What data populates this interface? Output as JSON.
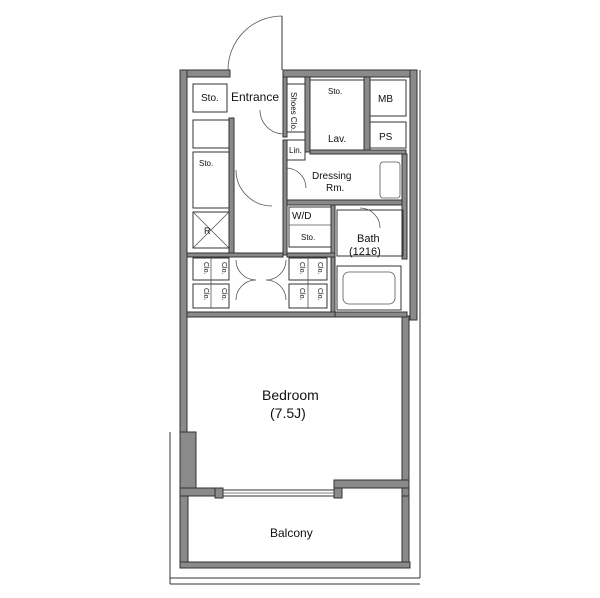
{
  "plan": {
    "rooms": {
      "storage_top": "Sto.",
      "entrance": "Entrance",
      "shoes_closet": "Shoes Clo.",
      "storage_lav": "Sto.",
      "mb": "MB",
      "lavatory": "Lav.",
      "ps": "PS",
      "storage_kitchen": "Sto.",
      "linen": "Lin.",
      "dressing_line1": "Dressing",
      "dressing_line2": "Rm.",
      "washer": "W/D",
      "storage_wd": "Sto.",
      "bath_line1": "Bath",
      "bath_line2": "(1216)",
      "fridge": "R",
      "closet_1": "Clo.",
      "closet_2": "Clo.",
      "closet_3": "Clo.",
      "closet_4": "Clo.",
      "closet_5": "Clo.",
      "closet_6": "Clo.",
      "closet_7": "Clo.",
      "closet_8": "Clo.",
      "bedroom_line1": "Bedroom",
      "bedroom_line2": "(7.5J)",
      "balcony": "Balcony"
    },
    "colors": {
      "wall": "#8a8a8a",
      "line": "#333333",
      "background": "#ffffff"
    }
  }
}
